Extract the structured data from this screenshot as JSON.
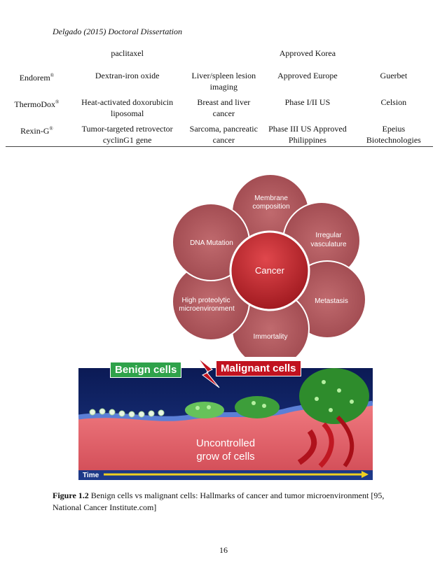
{
  "header": {
    "text": "Delgado (2015) Doctoral Dissertation"
  },
  "table": {
    "rows": [
      {
        "name": "",
        "sup": "",
        "material": "paclitaxel",
        "indication": "",
        "status": "Approved Korea",
        "company": ""
      },
      {
        "name": "Endorem",
        "sup": "®",
        "material": "Dextran-iron oxide",
        "indication": "Liver/spleen lesion imaging",
        "status": "Approved Europe",
        "company": "Guerbet"
      },
      {
        "name": "ThermoDox",
        "sup": "®",
        "material": "Heat-activated doxorubicin liposomal",
        "indication": "Breast and liver cancer",
        "status": "Phase I/II US",
        "company": "Celsion"
      },
      {
        "name": "Rexin-G",
        "sup": "®",
        "material": "Tumor-targeted retrovector cyclinG1 gene",
        "indication": "Sarcoma, pancreatic cancer",
        "status": "Phase III US Approved Philippines",
        "company": "Epeius Biotechnologies"
      }
    ]
  },
  "hallmarks": {
    "center": "Cancer",
    "petals": {
      "membrane_1": "Membrane",
      "membrane_2": "composition",
      "irregular_1": "Irregular",
      "irregular_2": "vasculature",
      "metastasis": "Metastasis",
      "immortality": "Immortality",
      "proteolytic_1": "High proteolytic",
      "proteolytic_2": "microenvironment",
      "dna": "DNA Mutation"
    },
    "colors": {
      "petal": "#b0585c",
      "petal_dark": "#8e3b40",
      "center": "#c3262b"
    }
  },
  "cells_figure": {
    "benign_label": "Benign cells",
    "malignant_label": "Malignant cells",
    "growth_1": "Uncontrolled",
    "growth_2": "grow of cells",
    "time_label": "Time",
    "colors": {
      "benign": "#2fa24a",
      "malignant": "#c1121f",
      "background": "#1a2a6c",
      "tissue": "#e46a72"
    }
  },
  "caption": {
    "label": "Figure 1.2",
    "text": " Benign cells vs malignant cells: Hallmarks of cancer and tumor microenvironment [95, National Cancer Institute.com]"
  },
  "page_number": "16"
}
